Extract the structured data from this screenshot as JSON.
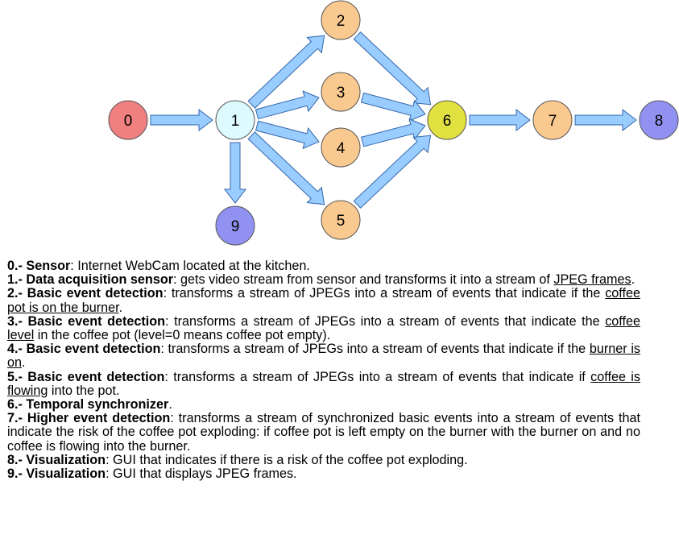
{
  "colors": {
    "arrow_fill": "#99ccff",
    "arrow_stroke": "#3366aa",
    "node_stroke": "#555555",
    "node_red": "#f07f7f",
    "node_cyan": "#ddfafe",
    "node_orange": "#fac98f",
    "node_yellow": "#e0e040",
    "node_purple": "#9191f2"
  },
  "nodes": [
    {
      "id": "0",
      "label": "0",
      "color": "#f07f7f"
    },
    {
      "id": "1",
      "label": "1",
      "color": "#ddfafe"
    },
    {
      "id": "2",
      "label": "2",
      "color": "#fac98f"
    },
    {
      "id": "3",
      "label": "3",
      "color": "#fac98f"
    },
    {
      "id": "4",
      "label": "4",
      "color": "#fac98f"
    },
    {
      "id": "5",
      "label": "5",
      "color": "#fac98f"
    },
    {
      "id": "6",
      "label": "6",
      "color": "#e0e040"
    },
    {
      "id": "7",
      "label": "7",
      "color": "#fac98f"
    },
    {
      "id": "8",
      "label": "8",
      "color": "#9191f2"
    },
    {
      "id": "9",
      "label": "9",
      "color": "#9191f2"
    }
  ],
  "edges": [
    {
      "from": "0",
      "to": "1"
    },
    {
      "from": "1",
      "to": "2"
    },
    {
      "from": "1",
      "to": "3"
    },
    {
      "from": "1",
      "to": "4"
    },
    {
      "from": "1",
      "to": "5"
    },
    {
      "from": "1",
      "to": "9"
    },
    {
      "from": "2",
      "to": "6"
    },
    {
      "from": "3",
      "to": "6"
    },
    {
      "from": "4",
      "to": "6"
    },
    {
      "from": "5",
      "to": "6"
    },
    {
      "from": "6",
      "to": "7"
    },
    {
      "from": "7",
      "to": "8"
    }
  ],
  "legend": [
    {
      "number": "0.-",
      "term": "Sensor",
      "text_1": ": Internet WebCam located at the kitchen.",
      "underlined": "",
      "text_2": ""
    },
    {
      "number": "1.-",
      "term": "Data acquisition sensor",
      "text_1": ": gets video stream from sensor and transforms it into a stream of ",
      "underlined": "JPEG frames",
      "text_2": "."
    },
    {
      "number": "2.-",
      "term": "Basic event detection",
      "text_1": ": transforms a stream of JPEGs into a stream of events that indicate if the ",
      "underlined": "coffee pot is on the burner",
      "text_2": "."
    },
    {
      "number": "3.-",
      "term": "Basic event detection",
      "text_1": ": transforms a stream of JPEGs into a stream of events that indicate the ",
      "underlined": "coffee level",
      "text_2": " in the coffee pot (level=0 means coffee pot empty)."
    },
    {
      "number": "4.-",
      "term": "Basic event detection",
      "text_1": ": transforms a stream of JPEGs into a stream of events that indicate if the ",
      "underlined": "burner is on",
      "text_2": "."
    },
    {
      "number": "5.-",
      "term": "Basic event detection",
      "text_1": ": transforms a stream of JPEGs into a stream of events that indicate if ",
      "underlined": "coffee is flowing",
      "text_2": " into the pot."
    },
    {
      "number": "6.-",
      "term": "Temporal synchronizer",
      "text_1": ".",
      "underlined": "",
      "text_2": ""
    },
    {
      "number": "7.-",
      "term": "Higher event detection",
      "text_1": ": transforms a stream of synchronized basic events into a stream of events that indicate the risk of the coffee pot exploding: if coffee pot is left empty on the burner with the burner on and no coffee is flowing into the burner.",
      "underlined": "",
      "text_2": ""
    },
    {
      "number": "8.-",
      "term": "Visualization",
      "text_1": ": GUI that indicates if there is a risk of the coffee pot exploding.",
      "underlined": "",
      "text_2": ""
    },
    {
      "number": "9.-",
      "term": "Visualization",
      "text_1": ": GUI that displays JPEG frames.",
      "underlined": "",
      "text_2": ""
    }
  ]
}
